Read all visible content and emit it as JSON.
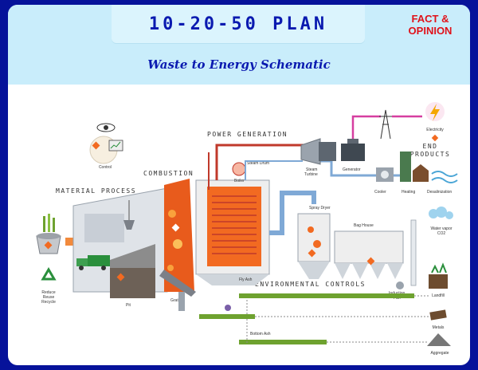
{
  "header": {
    "title": "10-20-50 PLAN",
    "badge_line1": "FACT &",
    "badge_line2": "OPINION",
    "subtitle": "Waste to Energy Schematic"
  },
  "sections": {
    "power_generation": "POWER GENERATION",
    "combustion": "COMBUSTION",
    "material_process": "MATERIAL PROCESS",
    "end_products_line1": "END",
    "end_products_line2": "PRODUCTS",
    "environmental_controls": "ENVIRONMENTAL CONTROLS"
  },
  "labels": {
    "control": "Control",
    "steam_drum": "Steam Drum",
    "boiler": "Boiler",
    "steam_turbine_line1": "Steam",
    "steam_turbine_line2": "Turbine",
    "generator": "Generator",
    "electricity": "Electricity",
    "cooler": "Cooler",
    "heating": "Heating",
    "desalinization": "Desalinization",
    "water_vapor_line1": "Water vapor",
    "water_vapor_line2": "CO2",
    "spray_dryer": "Spray Dryer",
    "bag_house": "Bag House",
    "fly_ash": "Fly Ash",
    "induction_fan_line1": "Induction",
    "induction_fan_line2": "Fan",
    "landfill": "Landfill",
    "metals": "Metals",
    "aggregate": "Aggregate",
    "bottom_ash": "Bottom Ash",
    "pit": "Pit",
    "grate": "Grate",
    "reduce": "Reduce",
    "reuse": "Reuse",
    "recycle": "Recycle"
  },
  "colors": {
    "background": "#06129a",
    "header": "#c9edfb",
    "title": "#0a1ab0",
    "badge": "#e0121a",
    "furnace": "#f26a21",
    "steam_pipe": "#c0392b",
    "water_pipe": "#7fa9d6",
    "power_line": "#d63ea0",
    "conveyor": "#6ea22f",
    "machinery": "#9aa3ad"
  },
  "icons": [
    "eye-icon",
    "monitor-icon",
    "recycle-icon",
    "lightning-icon",
    "water-vapor-icon",
    "pylon-icon"
  ]
}
